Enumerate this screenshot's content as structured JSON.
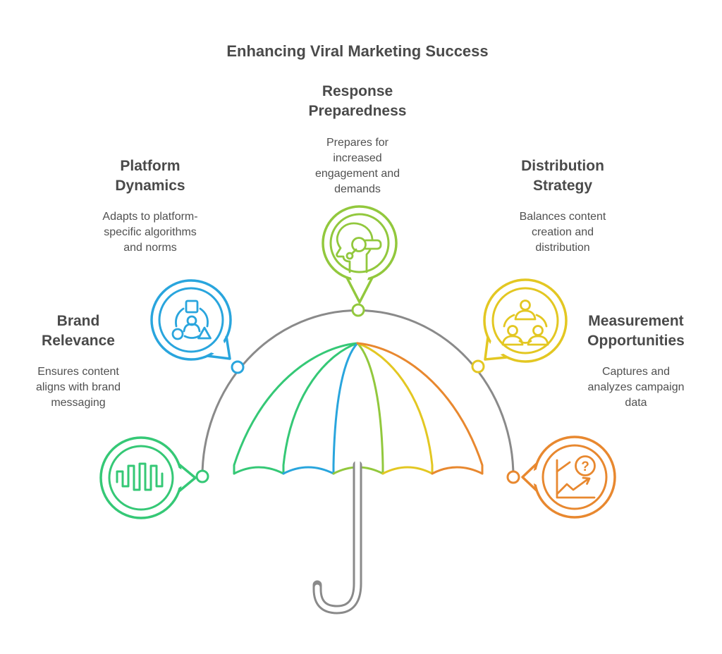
{
  "title": "Enhancing Viral Marketing Success",
  "palette": {
    "green": "#35c876",
    "blue": "#29a5dd",
    "olive": "#92c83d",
    "yellow": "#e3c722",
    "orange": "#e8882f",
    "gray": "#8a8a8a",
    "heading_text": "#4a4a4a",
    "body_text": "#505050"
  },
  "sections": [
    {
      "title": "Response Preparedness",
      "description": "Prepares for increased engagement and demands",
      "color": "#92c83d",
      "icon": "headset-support-icon"
    },
    {
      "title": "Platform Dynamics",
      "description": "Adapts to platform-specific algorithms and norms",
      "color": "#29a5dd",
      "icon": "user-shapes-icon"
    },
    {
      "title": "Distribution Strategy",
      "description": "Balances content creation and distribution",
      "color": "#e3c722",
      "icon": "people-network-icon"
    },
    {
      "title": "Brand Relevance",
      "description": "Ensures content aligns with brand messaging",
      "color": "#35c876",
      "icon": "waveform-icon"
    },
    {
      "title": "Measurement Opportunities",
      "description": "Captures and analyzes campaign data",
      "color": "#e8882f",
      "icon": "chart-question-icon"
    }
  ],
  "icons": {
    "question_mark": "?"
  }
}
